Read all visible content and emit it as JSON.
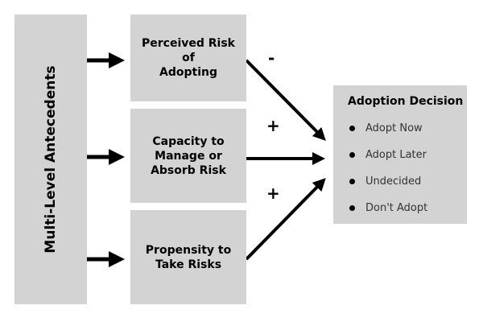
{
  "antecedents": {
    "label": "Multi-Level Antecedents"
  },
  "factors": [
    {
      "label": "Perceived Risk\nof\nAdopting",
      "sign": "-"
    },
    {
      "label": "Capacity to\nManage or\nAbsorb Risk",
      "sign": "+"
    },
    {
      "label": "Propensity to\nTake Risks",
      "sign": "+"
    }
  ],
  "decision": {
    "title": "Adoption Decision",
    "options": [
      "Adopt Now",
      "Adopt Later",
      "Undecided",
      "Don't Adopt"
    ]
  },
  "colors": {
    "box_fill": "#d3d3d3",
    "arrow": "#000000",
    "background": "#ffffff"
  }
}
